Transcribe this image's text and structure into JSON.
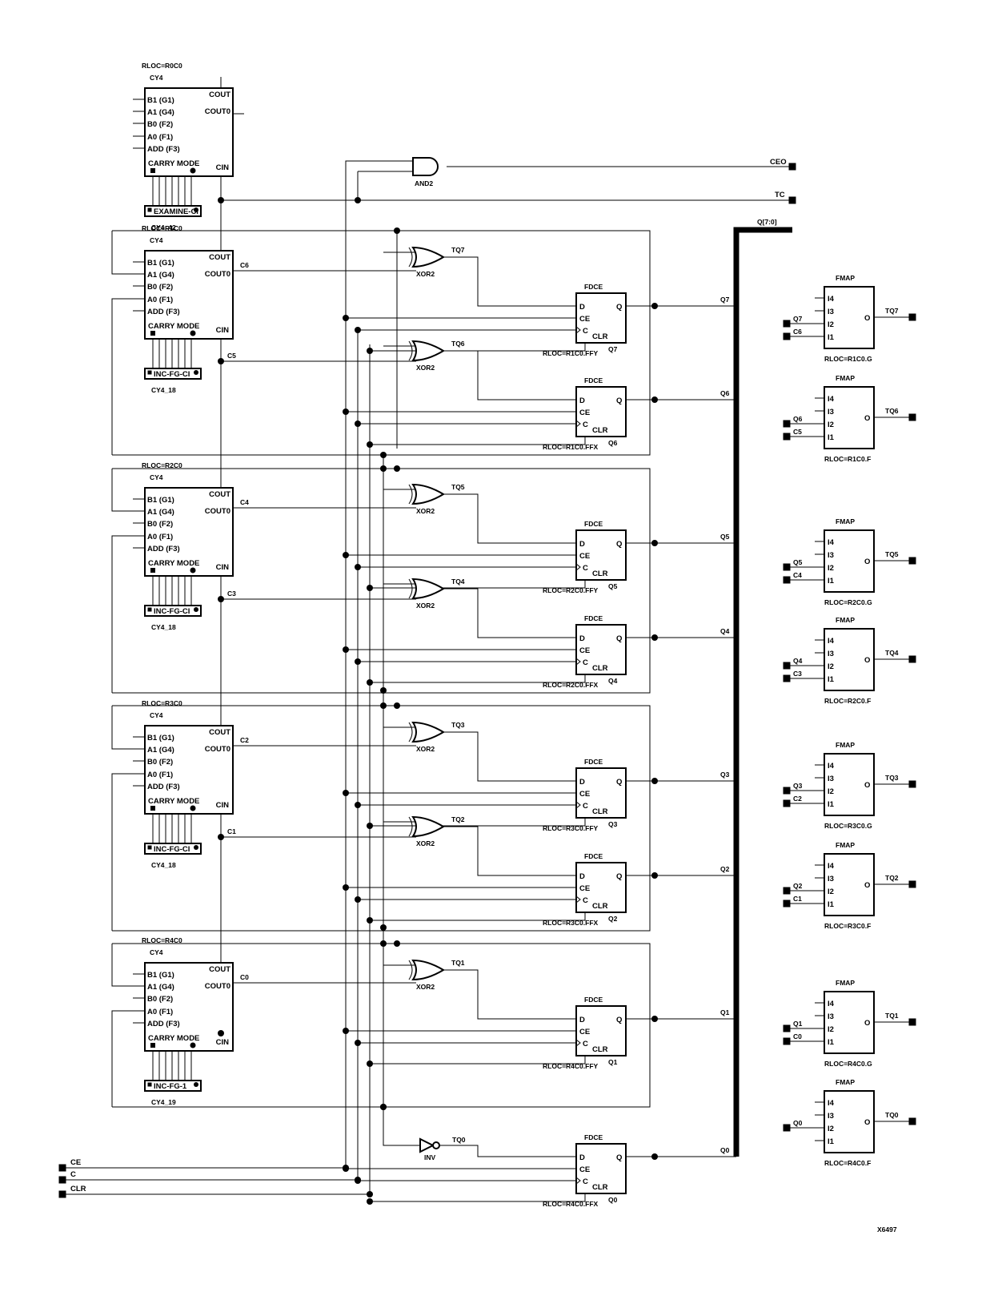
{
  "title": "",
  "figure_id": "X6497",
  "inputs": {
    "ce": "CE",
    "c": "C",
    "clr": "CLR"
  },
  "outputs": {
    "ceo": "CEO",
    "tc": "TC"
  },
  "and_gate": "AND2",
  "bus_label": "Q[7:0]",
  "carry_blocks": [
    {
      "rloc": "RLOC=R0C0",
      "type": "CY4",
      "mode": "EXAMINE-CI",
      "name": "CY4_42",
      "cout_net": ""
    },
    {
      "rloc": "RLOC=R1C0",
      "type": "CY4",
      "mode": "INC-FG-CI",
      "name": "CY4_18",
      "cout_net": "C6"
    },
    {
      "rloc": "RLOC=R2C0",
      "type": "CY4",
      "mode": "INC-FG-CI",
      "name": "CY4_18",
      "cout_net": "C4"
    },
    {
      "rloc": "RLOC=R3C0",
      "type": "CY4",
      "mode": "INC-FG-CI",
      "name": "CY4_18",
      "cout_net": "C2"
    },
    {
      "rloc": "RLOC=R4C0",
      "type": "CY4",
      "mode": "INC-FG-1",
      "name": "CY4_19",
      "cout_net": "C0"
    }
  ],
  "carry_pins": {
    "left": [
      "B1  (G1)",
      "A1  (G4)",
      "B0  (F2)",
      "A0  (F1)",
      "ADD  (F3)"
    ],
    "cout": "COUT",
    "cout0": "COUT0",
    "cin": "CIN",
    "carry_mode": "CARRY MODE"
  },
  "cin_nets": [
    "C5",
    "C3",
    "C1"
  ],
  "flip_flops": [
    {
      "q": "Q7",
      "tq": "TQ7",
      "gate": "XOR2",
      "rloc": "RLOC=R1C0.FFY"
    },
    {
      "q": "Q6",
      "tq": "TQ6",
      "gate": "XOR2",
      "rloc": "RLOC=R1C0.FFX"
    },
    {
      "q": "Q5",
      "tq": "TQ5",
      "gate": "XOR2",
      "rloc": "RLOC=R2C0.FFY"
    },
    {
      "q": "Q4",
      "tq": "TQ4",
      "gate": "XOR2",
      "rloc": "RLOC=R2C0.FFX"
    },
    {
      "q": "Q3",
      "tq": "TQ3",
      "gate": "XOR2",
      "rloc": "RLOC=R3C0.FFY"
    },
    {
      "q": "Q2",
      "tq": "TQ2",
      "gate": "XOR2",
      "rloc": "RLOC=R3C0.FFX"
    },
    {
      "q": "Q1",
      "tq": "TQ1",
      "gate": "XOR2",
      "rloc": "RLOC=R4C0.FFY"
    },
    {
      "q": "Q0",
      "tq": "TQ0",
      "gate": "INV",
      "rloc": "RLOC=R4C0.FFX"
    }
  ],
  "ff_pins": {
    "type": "FDCE",
    "d": "D",
    "ce": "CE",
    "c": "C",
    "clr": "CLR",
    "q": "Q"
  },
  "fmaps": [
    {
      "q_in": "Q7",
      "c_in": "C6",
      "out": "TQ7",
      "rloc": "RLOC=R1C0.G"
    },
    {
      "q_in": "Q6",
      "c_in": "C5",
      "out": "TQ6",
      "rloc": "RLOC=R1C0.F"
    },
    {
      "q_in": "Q5",
      "c_in": "C4",
      "out": "TQ5",
      "rloc": "RLOC=R2C0.G"
    },
    {
      "q_in": "Q4",
      "c_in": "C3",
      "out": "TQ4",
      "rloc": "RLOC=R2C0.F"
    },
    {
      "q_in": "Q3",
      "c_in": "C2",
      "out": "TQ3",
      "rloc": "RLOC=R3C0.G"
    },
    {
      "q_in": "Q2",
      "c_in": "C1",
      "out": "TQ2",
      "rloc": "RLOC=R3C0.F"
    },
    {
      "q_in": "Q1",
      "c_in": "C0",
      "out": "TQ1",
      "rloc": "RLOC=R4C0.G"
    },
    {
      "q_in": "Q0",
      "c_in": "",
      "out": "TQ0",
      "rloc": "RLOC=R4C0.F"
    }
  ],
  "fmap_pins": {
    "type": "FMAP",
    "i4": "I4",
    "i3": "I3",
    "i2": "I2",
    "i1": "I1",
    "o": "O"
  }
}
